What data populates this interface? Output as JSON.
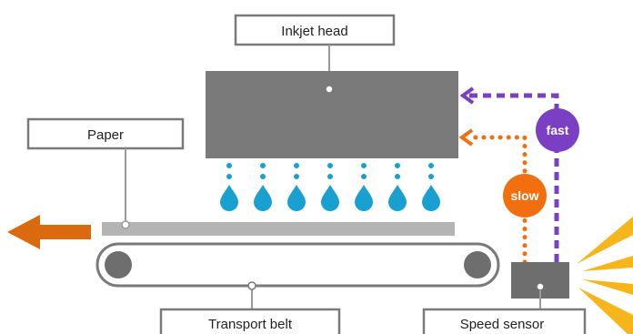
{
  "labels": {
    "inkjet_head": "Inkjet head",
    "paper": "Paper",
    "transport_belt": "Transport belt",
    "speed_sensor": "Speed sensor"
  },
  "signals": {
    "fast": "fast",
    "slow": "slow"
  },
  "colors": {
    "head_gray": "#7a7a7a",
    "paper_gray": "#b4b4b4",
    "belt_stroke": "#7a7a7a",
    "roller_gray": "#6e6e6e",
    "ink_blue": "#1aa0d0",
    "fast_purple": "#7b3fc4",
    "slow_orange": "#f26f10",
    "arrow_orange": "#d96a10",
    "sensor_rays": "#f6b51b",
    "label_border": "#7a7a7a"
  },
  "icons": {
    "direction_arrow": "arrow-left-icon",
    "ink_drop": "ink-drop-icon",
    "sensor_emission": "emission-rays-icon"
  }
}
